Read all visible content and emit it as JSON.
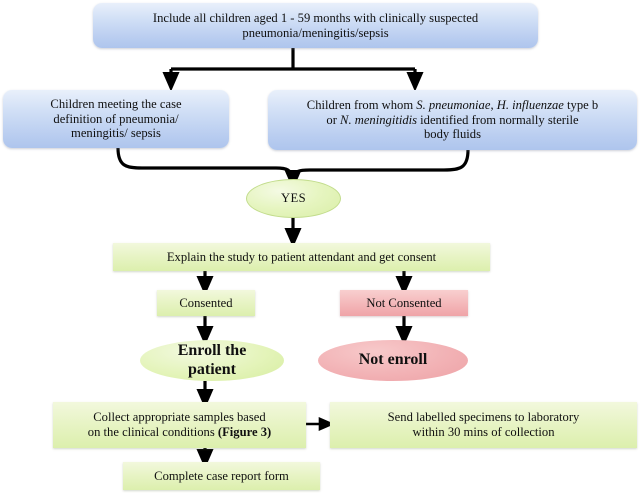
{
  "diagram": {
    "title": "Study enrollment and specimen collection flowchart",
    "colors": {
      "blue_box": "#b9cdf0",
      "green_box": "#e0f1b4",
      "pink_box": "#f2b2b5",
      "connector": "#000000",
      "text": "#101010"
    }
  },
  "nodes": {
    "inclusion": {
      "line1": "Include all children aged 1 - 59 months with clinically suspected",
      "line2": "pneumonia/meningitis/sepsis"
    },
    "case_definition": {
      "line1": "Children meeting the case",
      "line2": "definition of pneumonia/",
      "line3": "meningitis/ sepsis"
    },
    "lab_confirmed": {
      "pre1": "Children from whom ",
      "italic1": "S. pneumoniae",
      "mid1": ", ",
      "italic2": "H. influenzae",
      "post1": " type b",
      "pre2": "or ",
      "italic3": "N. meningitidis",
      "post2": " identified from normally sterile",
      "line3": "body fluids"
    },
    "yes": {
      "label": "YES"
    },
    "explain": {
      "label": "Explain the study to patient attendant and get consent"
    },
    "consented": {
      "label": "Consented"
    },
    "not_consented": {
      "label": "Not Consented"
    },
    "enroll": {
      "line1": "Enroll the",
      "line2": "patient"
    },
    "not_enroll": {
      "label": "Not enroll"
    },
    "collect": {
      "line1": "Collect appropriate samples based",
      "line2_pre": "on the clinical conditions ",
      "line2_bold": "(Figure 3)"
    },
    "send": {
      "line1": "Send labelled specimens to laboratory",
      "line2": "within 30 mins of collection"
    },
    "crf": {
      "label": "Complete case report form"
    }
  }
}
